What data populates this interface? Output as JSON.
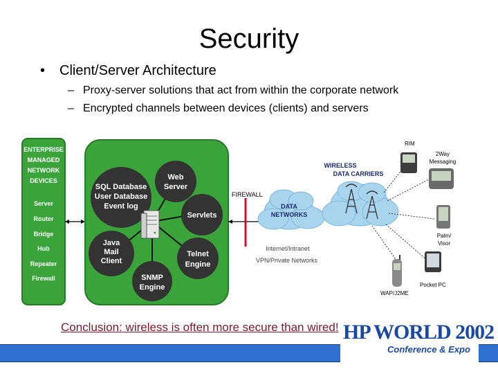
{
  "slide": {
    "title": "Security",
    "bullet": "Client/Server Architecture",
    "sub_bullets": [
      "Proxy-server solutions that act from within the corporate network",
      "Encrypted channels between devices (clients) and servers"
    ],
    "conclusion": "Conclusion: wireless is often more secure than wired!"
  },
  "diagram": {
    "left_panel": {
      "heading": [
        "ENTERPRISE",
        "MANAGED",
        "NETWORK",
        "DEVICES"
      ],
      "items": [
        "Server",
        "Router",
        "Bridge",
        "Hub",
        "Repeater",
        "Firewall"
      ]
    },
    "hub_nodes": {
      "db": [
        "SQL Database",
        "User Database",
        "Event log"
      ],
      "web": [
        "Web",
        "Server"
      ],
      "servlets": [
        "Servlets"
      ],
      "java": [
        "Java",
        "Mail",
        "Client"
      ],
      "telnet": [
        "Telnet",
        "Engine"
      ],
      "snmp": [
        "SNMP",
        "Engine"
      ]
    },
    "firewall_label": "FIREWALL",
    "data_networks": [
      "DATA",
      "NETWORKS"
    ],
    "internet_label": "Internet/Intranet",
    "vpn_label": "VPN/Private Networks",
    "wireless_carriers": [
      "WIRELESS",
      "DATA CARRIERS"
    ],
    "devices": {
      "rim": "RIM",
      "two_way": [
        "2Way",
        "Messaging"
      ],
      "palm": [
        "Palm/",
        "Visor"
      ],
      "pocket_pc": "Pocket PC",
      "wap": "WAP/J2ME"
    },
    "colors": {
      "panel_green": "#3aa33a",
      "node_dark": "#333333",
      "firewall_red": "#d0102a",
      "cloud": "#a9d4ee"
    }
  },
  "logo": {
    "main": "HP WORLD",
    "year": "2002",
    "sub": "Conference & Expo"
  },
  "colors": {
    "footer_bar": "#2f6fd0",
    "conclusion": "#7a1a2f",
    "logo": "#1a4aa0"
  }
}
